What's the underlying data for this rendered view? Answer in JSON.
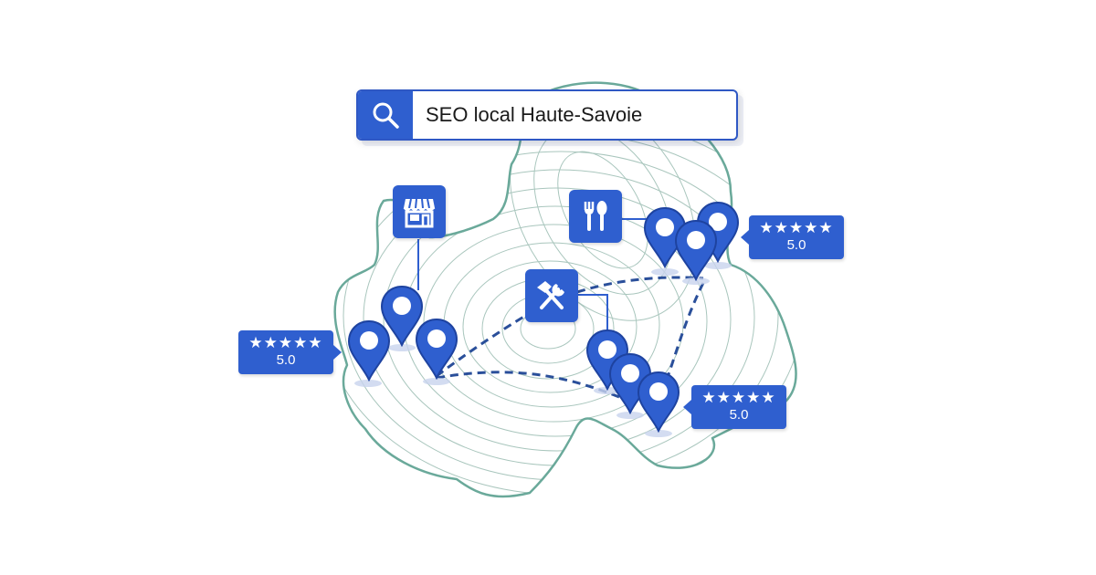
{
  "search": {
    "query": "SEO local Haute-Savoie",
    "icon": "search-icon"
  },
  "categories": [
    {
      "name": "shop",
      "icon": "storefront-icon"
    },
    {
      "name": "restaurant",
      "icon": "fork-spoon-icon"
    },
    {
      "name": "services",
      "icon": "hammer-wrench-icon"
    }
  ],
  "ratings": [
    {
      "stars": "★★★★★",
      "score": "5.0"
    },
    {
      "stars": "★★★★★",
      "score": "5.0"
    },
    {
      "stars": "★★★★★",
      "score": "5.0"
    }
  ],
  "colors": {
    "accent": "#2f5fcf",
    "map_outline": "#6aa99a",
    "contour": "#9bb9b0",
    "route": "#2a4f9a",
    "background": "#ffffff"
  }
}
